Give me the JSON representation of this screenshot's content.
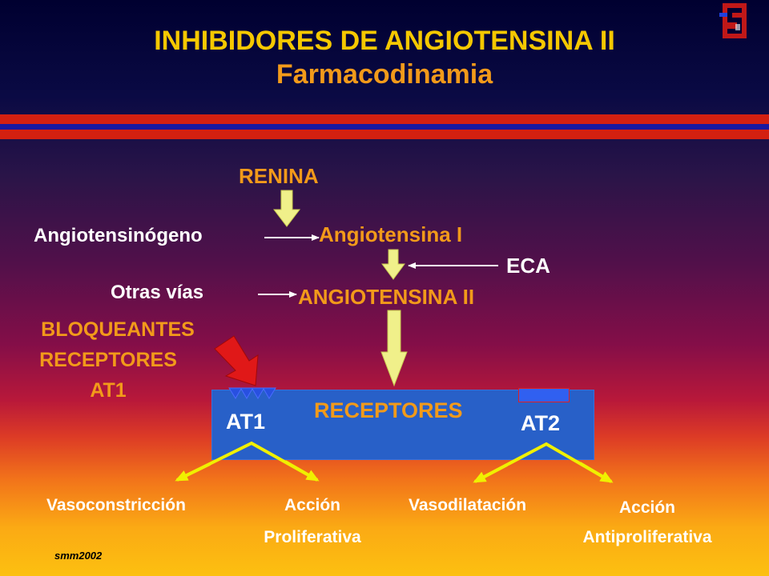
{
  "title": "INHIBIDORES DE ANGIOTENSINA II",
  "subtitle": "Farmacodinamia",
  "pathway": {
    "renina": "RENINA",
    "angiotensinogeno": "Angiotensinógeno",
    "angiotensina_i": "Angiotensina I",
    "eca": "ECA",
    "otras_vias": "Otras vías",
    "angiotensina_ii": "ANGIOTENSINA II"
  },
  "blocker": {
    "line1": "BLOQUEANTES",
    "line2": "RECEPTORES",
    "line3": "AT1"
  },
  "receptors": {
    "label": "RECEPTORES",
    "at1": "AT1",
    "at2": "AT2"
  },
  "effects": {
    "vasoconstriccion": "Vasoconstricción",
    "accion_prolif_1": "Acción",
    "accion_prolif_2": "Proliferativa",
    "vasodilatacion": "Vasodilatación",
    "accion_antiprolif_1": "Acción",
    "accion_antiprolif_2": "Antiproliferativa"
  },
  "footer": "smm2002",
  "colors": {
    "title": "#f5c800",
    "subtitle": "#f29a1a",
    "arrow_fill": "#f0f08a",
    "effect_arrow": "#f0f000",
    "receptor_box": "#2860c8",
    "blocker_arrow": "#e01818",
    "stripe_red": "#d42010",
    "stripe_blue": "#1818a0"
  }
}
